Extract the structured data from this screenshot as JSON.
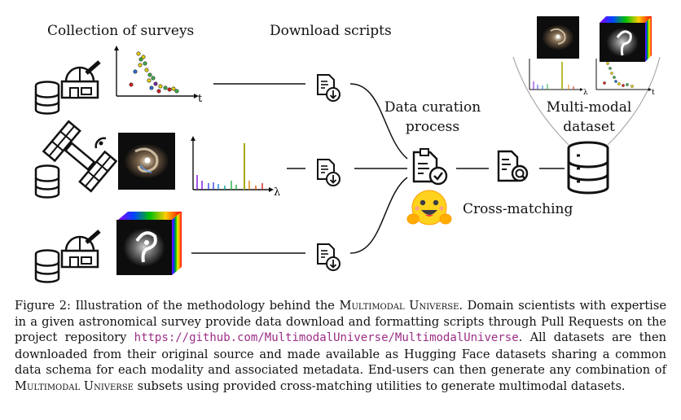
{
  "labels": {
    "collection": "Collection of surveys",
    "download": "Download scripts",
    "curation_line1": "Data curation",
    "curation_line2": "process",
    "multimodal_line1": "Multi-modal",
    "multimodal_line2": "dataset",
    "crossmatch": "Cross-matching",
    "axis_t": "t",
    "axis_lambda": "λ"
  },
  "caption": {
    "figure": "Figure 2:",
    "text1": "Illustration of the methodology behind the ",
    "mmu": "Multimodal Universe",
    "text2": ". Domain scientists with expertise in a given astronomical survey provide data download and formatting scripts through Pull Requests on the project repository ",
    "url": "https://github.com/MultimodalUniverse/MultimodalUniverse",
    "text3": ". All datasets are then downloaded from their original source and made available as Hugging Face datasets sharing a common data schema for each modality and associated metadata. End-users can then generate any combination of ",
    "mmu2": "Multimodal Universe",
    "text4": " subsets using provided cross-matching utilities to generate multimodal datasets."
  },
  "icons": [
    "database-icon",
    "observatory-icon",
    "satellite-icon",
    "galaxy-image",
    "spectrum-plot",
    "lightcurve-plot",
    "datacube-icon",
    "download-script-icon",
    "curation-doc-icon",
    "hugging-face-icon",
    "search-doc-icon"
  ],
  "colors": {
    "line": "#111111",
    "url": "#9b2d86",
    "spec_peak": "#a8a800"
  }
}
